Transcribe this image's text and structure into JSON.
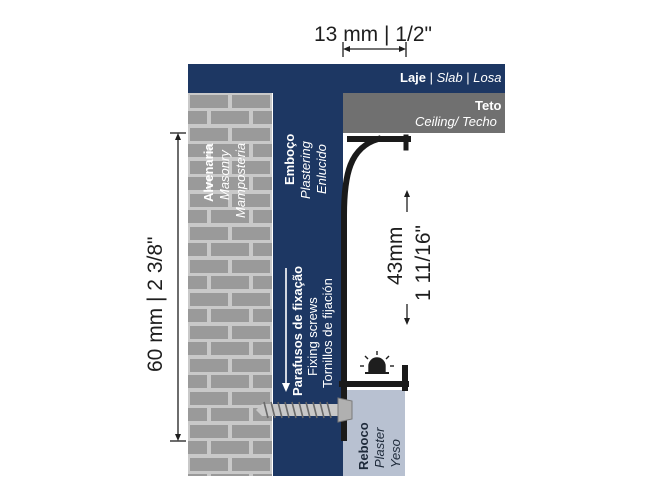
{
  "dimensions": {
    "top_width": "13 mm | 1/2\"",
    "left_height": "60 mm | 2 3/8\"",
    "profile_height_mm": "43mm",
    "profile_height_in": "1 11/16\""
  },
  "slab": {
    "pt": "Laje",
    "en": "Slab",
    "es": "Losa"
  },
  "ceiling": {
    "pt": "Teto",
    "en_es": "Ceiling/ Techo"
  },
  "masonry": {
    "pt": "Alvenaria",
    "en": "Masonry",
    "es": "Mamposteria"
  },
  "plastering": {
    "pt": "Emboço",
    "en": "Plastering",
    "es": "Enlucido"
  },
  "screws": {
    "pt": "Parafusos de fixação",
    "en": "Fixing screws",
    "es": "Tornillos de fijación"
  },
  "plaster": {
    "pt": "Reboco",
    "en": "Plaster",
    "es": "Yeso"
  },
  "colors": {
    "navy": "#1d3763",
    "gray_ceiling": "#707070",
    "brick_fill": "#9a9a9a",
    "brick_mortar": "#c9c9c9",
    "plaster_fill": "#b8c1d1",
    "profile": "#1a1a1a"
  },
  "icons": [
    "light-icon",
    "screw-icon",
    "arrow-icon"
  ]
}
